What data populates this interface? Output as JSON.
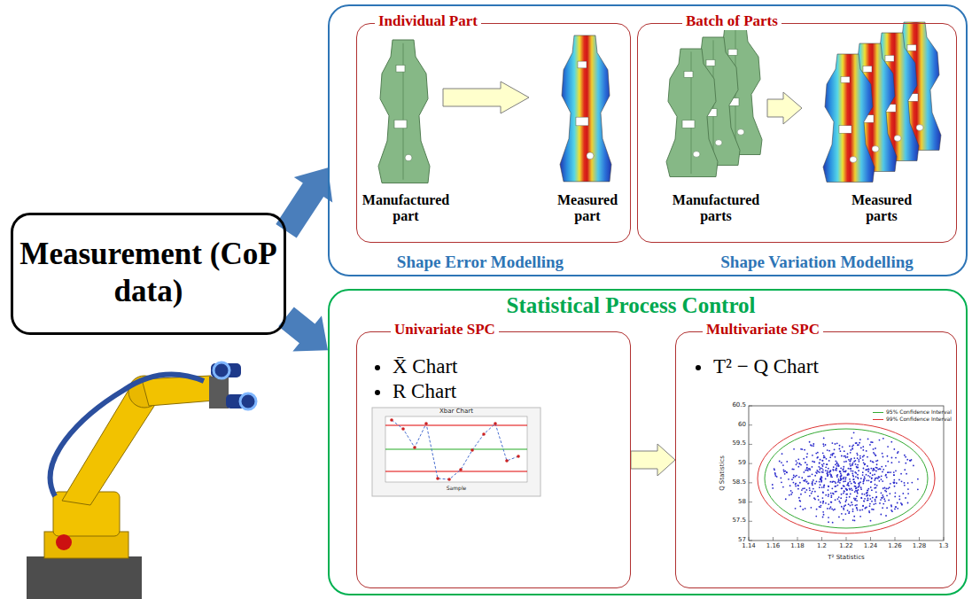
{
  "diagram": {
    "nodes": [
      {
        "text": [
          "Measurement (CoP data)"
        ]
      },
      {
        "text": [
          "Shape Error Modelling",
          "Shape Variation Modelling"
        ]
      },
      {
        "text": [
          "Individual Part",
          "Manufactured part",
          "Measured part"
        ],
        "in": 1
      },
      {
        "text": [
          "Batch of Parts",
          "Manufactured parts",
          "Measured parts"
        ],
        "in": 1
      },
      {
        "text": [
          "Statistical Process Control"
        ]
      },
      {
        "text": [
          "Univariate SPC",
          "X̄ Chart",
          "R Chart"
        ],
        "in": 4
      },
      {
        "text": [
          "Multivariate SPC",
          "T² − Q Chart"
        ],
        "in": 4
      }
    ],
    "edges": [
      {
        "from": 0,
        "to": 1,
        "arrow": "to"
      },
      {
        "from": 0,
        "to": 4,
        "arrow": "to"
      },
      {
        "from": 5,
        "to": 6,
        "arrow": "to"
      }
    ],
    "labels": [
      "Xbar Chart",
      "Sample",
      "Q Statistics",
      "T² Statistics",
      "60.5",
      "60",
      "59.5",
      "59",
      "58.5",
      "58",
      "57.5",
      "57",
      "1.14",
      "1.16",
      "1.18",
      "1.2",
      "1.22",
      "1.24",
      "1.26",
      "1.28",
      "1.3"
    ],
    "legend": [
      {
        "text": "95% Confidence Interval"
      },
      {
        "text": "99% Confidence Interval"
      }
    ]
  }
}
